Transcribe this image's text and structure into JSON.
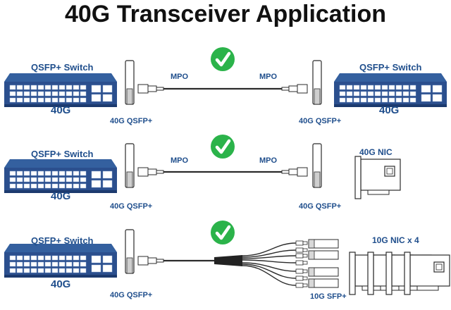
{
  "title": "40G Transceiver Application",
  "colors": {
    "switch_body": "#2b4f8e",
    "switch_dark": "#1c3a6e",
    "check": "#2bb34a",
    "text": "#1f4e8c",
    "cable_jacket": "#222222"
  },
  "rows": [
    {
      "left_switch_label": "QSFP+ Switch",
      "left_port_label": "40G",
      "left_module_label": "40G QSFP+",
      "mpo_left": "MPO",
      "mpo_right": "MPO",
      "right_module_label": "40G QSFP+",
      "right_device_label": "QSFP+ Switch",
      "right_port_label": "40G",
      "status_icon": "check-icon"
    },
    {
      "left_switch_label": "QSFP+ Switch",
      "left_port_label": "40G",
      "left_module_label": "40G QSFP+",
      "mpo_left": "MPO",
      "mpo_right": "MPO",
      "right_module_label": "40G QSFP+",
      "right_device_label": "40G NIC",
      "status_icon": "check-icon"
    },
    {
      "left_switch_label": "QSFP+ Switch",
      "left_port_label": "40G",
      "left_module_label": "40G QSFP+",
      "right_module_label": "10G SFP+",
      "right_device_label": "10G NIC x 4",
      "status_icon": "check-icon"
    }
  ]
}
